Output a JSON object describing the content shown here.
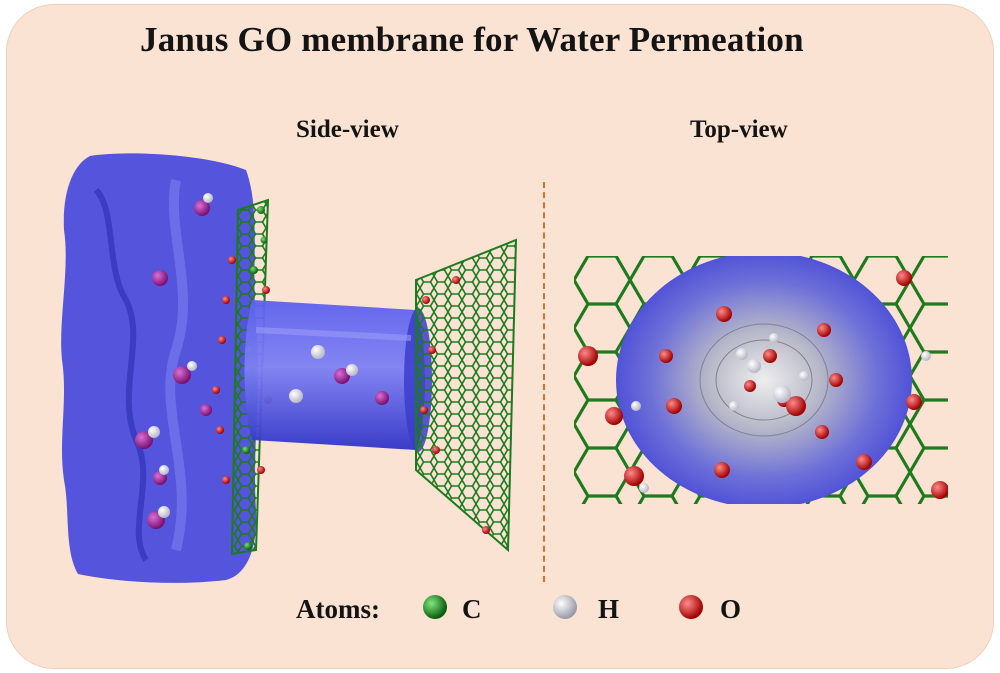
{
  "title": "Janus GO membrane for Water Permeation",
  "views": {
    "side_label": "Side-view",
    "top_label": "Top-view"
  },
  "legend": {
    "heading": "Atoms:",
    "items": [
      {
        "symbol": "C",
        "color": "#1f8a1f",
        "icon": "carbon-atom-icon"
      },
      {
        "symbol": "H",
        "color": "#e8e8e8",
        "icon": "hydrogen-atom-icon"
      },
      {
        "symbol": "O",
        "color": "#e01010",
        "icon": "oxygen-atom-icon"
      }
    ]
  },
  "colors": {
    "background": "#fbe3d3",
    "water_surface": "#3b3fd8",
    "carbon_bond": "#1e7a1e",
    "divider": "#c9742f"
  }
}
